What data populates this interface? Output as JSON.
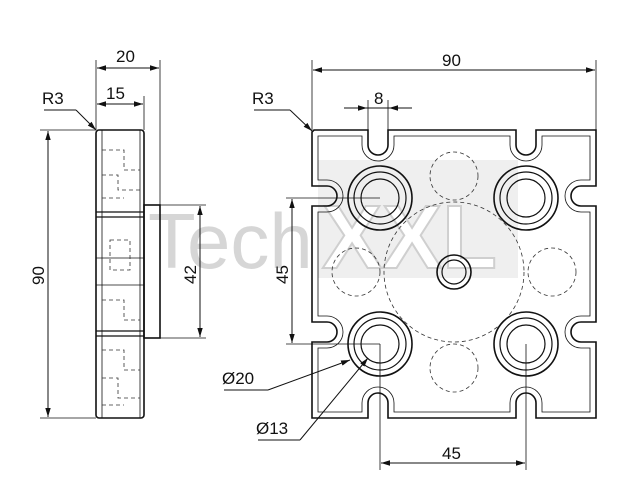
{
  "watermark": {
    "text_left": "Tech",
    "text_right": "XXL",
    "color": "#d6d6d6"
  },
  "side_view": {
    "dim_width_total": "20",
    "dim_width_body": "15",
    "dim_radius": "R3",
    "dim_height": "90",
    "dim_spigot": "42"
  },
  "front_view": {
    "dim_width": "90",
    "dim_slot": "8",
    "dim_radius": "R3",
    "dim_hole_spacing_v": "45",
    "dim_hole_spacing_h": "45",
    "dim_counterbore": "Ø20",
    "dim_hole": "Ø13"
  },
  "colors": {
    "line": "#111111",
    "background": "#ffffff"
  }
}
